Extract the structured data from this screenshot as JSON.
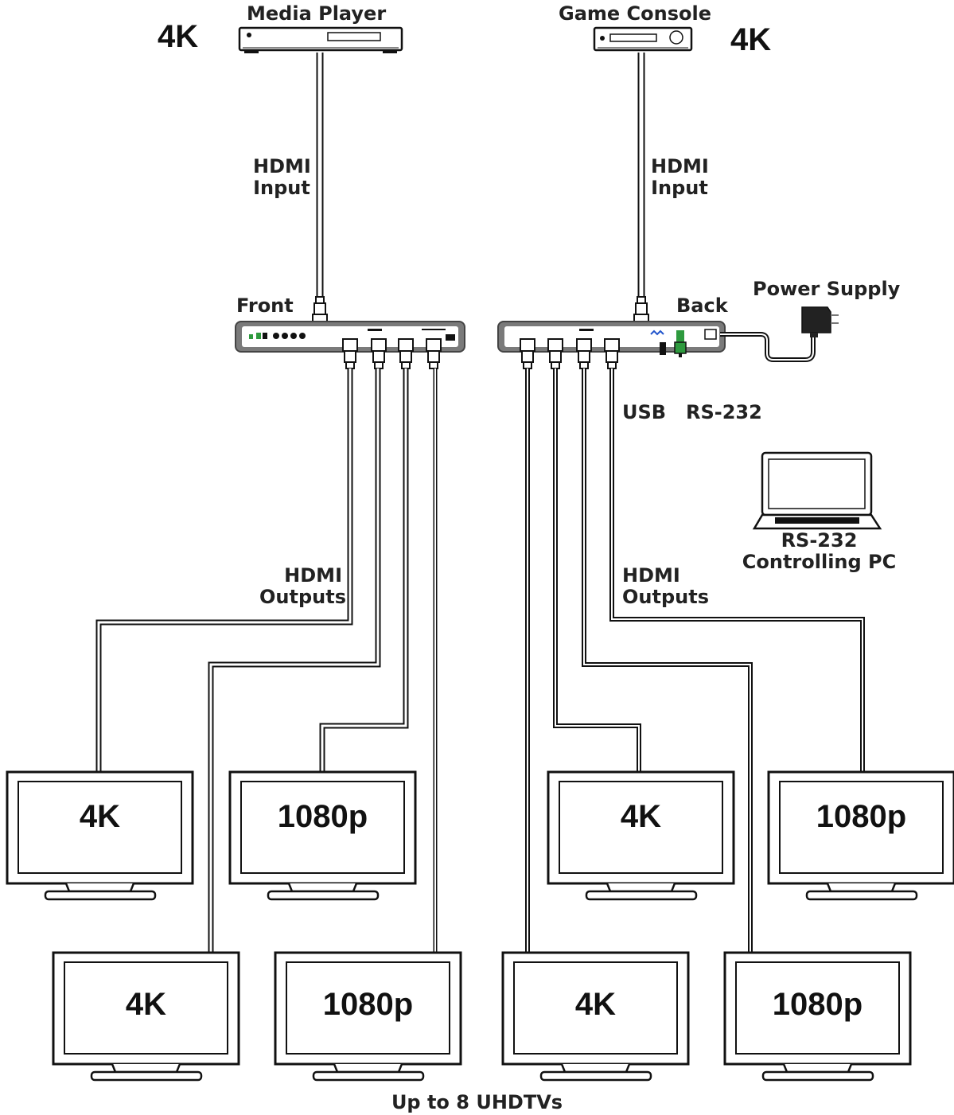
{
  "sources": {
    "media_player": {
      "title": "Media Player",
      "resolution": "4K"
    },
    "game_console": {
      "title": "Game Console",
      "resolution": "4K"
    }
  },
  "inputs": {
    "left": {
      "line1": "HDMI",
      "line2": "Input"
    },
    "right": {
      "line1": "HDMI",
      "line2": "Input"
    }
  },
  "switcher": {
    "front_label": "Front",
    "back_label": "Back"
  },
  "power_supply": {
    "label": "Power Supply"
  },
  "ports": {
    "usb": "USB",
    "rs232": "RS-232"
  },
  "pc": {
    "line1": "RS-232",
    "line2": "Controlling PC"
  },
  "outputs": {
    "left": {
      "line1": "HDMI",
      "line2": "Outputs"
    },
    "right": {
      "line1": "HDMI",
      "line2": "Outputs"
    }
  },
  "displays": {
    "top": [
      "4K",
      "1080p",
      "4K",
      "1080p"
    ],
    "bottom": [
      "4K",
      "1080p",
      "4K",
      "1080p"
    ]
  },
  "caption": "Up to 8 UHDTVs",
  "colors": {
    "line": "#111111",
    "device_frame": "#7a7a7a",
    "text": "#222222"
  }
}
